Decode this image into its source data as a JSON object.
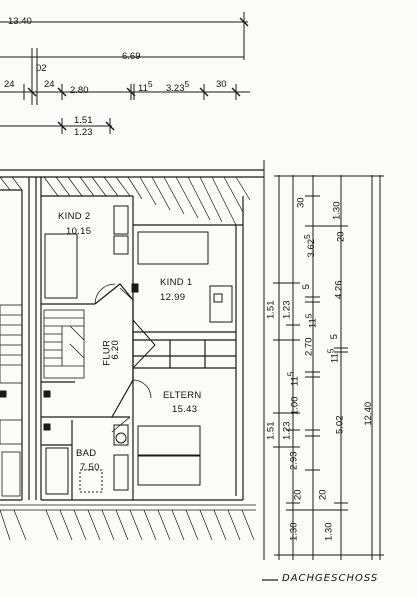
{
  "rooms": {
    "kind2": {
      "name": "KIND 2",
      "area": "10.15"
    },
    "kind1": {
      "name": "KIND 1",
      "area": "12.99"
    },
    "flur": {
      "name": "FLUR",
      "area": "6.20"
    },
    "eltern": {
      "name": "ELTERN",
      "area": "15.43"
    },
    "bad": {
      "name": "BAD",
      "area": "7.50"
    }
  },
  "dims_top": {
    "d1340": "13.40",
    "d669": "6.69",
    "d02": "02",
    "d24a": "24",
    "d24b": "24",
    "d280": "2.80",
    "d115": "11",
    "d115_sup": "5",
    "d3235": "3.23",
    "d3235_sup": "5",
    "d30": "30",
    "d151": "1.51",
    "d123": "1.23"
  },
  "dims_right": {
    "c1_151a": "1.51",
    "c1_151b": "1.51",
    "c2_123a": "1.23",
    "c2_123b": "1.23",
    "c2_115": "11",
    "c2_115_sup": "5",
    "c2_100": "1.00",
    "c2_293": "2.93",
    "c2_20": "20",
    "c2_130": "1.30",
    "c3_30": "30",
    "c3_3625": "3.62",
    "c3_3625_sup": "5",
    "c3_5": "5",
    "c3_2705": "2.70",
    "c3_115": "11",
    "c3_115_sup": "5",
    "c3_20": "20",
    "c3_130": "1.30",
    "c4_130": "1.30",
    "c4_20": "20",
    "c4_426": "4.26",
    "c4_5": "5",
    "c4_115": "11",
    "c4_115_sup": "5",
    "c4_502": "5.02",
    "c5_1240": "12.40"
  },
  "caption": "DACHGESCHOSS"
}
